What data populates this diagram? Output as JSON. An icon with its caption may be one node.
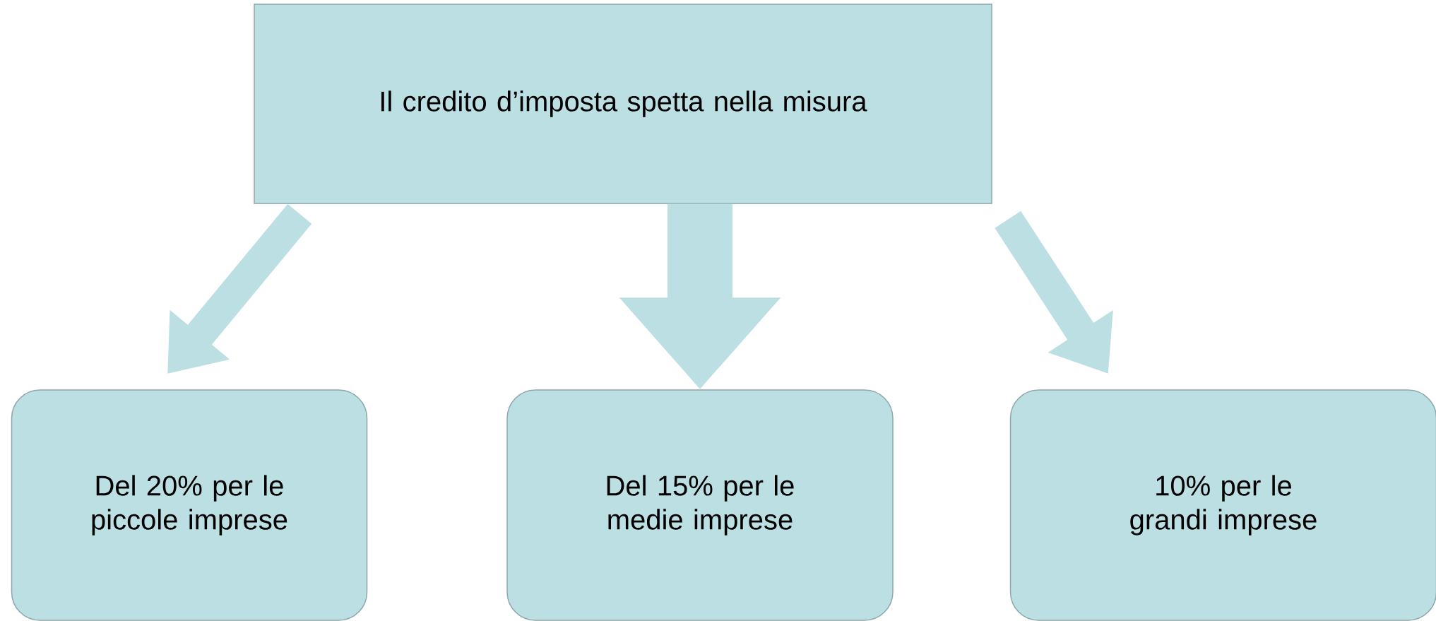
{
  "diagram": {
    "nodes": [
      {
        "text": [
          "Il credito d’imposta spetta nella misura"
        ]
      },
      {
        "text": [
          "Del 20% per le piccole imprese"
        ]
      },
      {
        "text": [
          "Del 15% per le medie imprese"
        ]
      },
      {
        "text": [
          "10% per le grandi imprese"
        ]
      }
    ],
    "edges": [
      {
        "from": 0,
        "to": 1,
        "arrow": "to"
      },
      {
        "from": 0,
        "to": 2,
        "arrow": "to",
        "style": "thick"
      },
      {
        "from": 0,
        "to": 3,
        "arrow": "to"
      }
    ]
  }
}
